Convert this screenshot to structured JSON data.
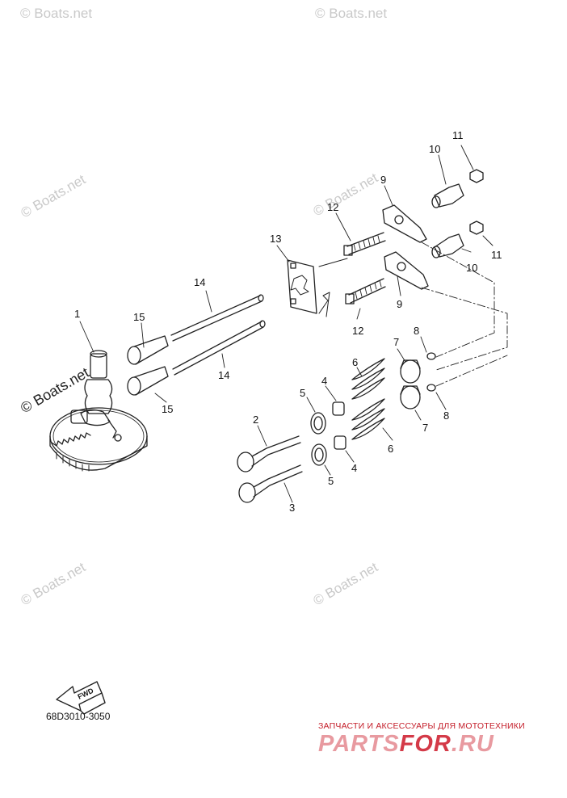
{
  "watermark_text": "© Boats.net",
  "fwd_label": "FWD",
  "diagram_code": "68D3010-3050",
  "brand": {
    "tagline": "ЗАПЧАСТИ И АКСЕССУАРЫ ДЛЯ МОТОТЕХНИКИ",
    "logo_main": "PARTS",
    "logo_accent": "FOR",
    "logo_tail": ".RU"
  },
  "callouts": {
    "c1": "1",
    "c2": "2",
    "c3": "3",
    "c4a": "4",
    "c4b": "4",
    "c5a": "5",
    "c5b": "5",
    "c6a": "6",
    "c6b": "6",
    "c7a": "7",
    "c7b": "7",
    "c8a": "8",
    "c8b": "8",
    "c9a": "9",
    "c9b": "9",
    "c10a": "10",
    "c10b": "10",
    "c11a": "11",
    "c11b": "11",
    "c12a": "12",
    "c12b": "12",
    "c13": "13",
    "c14a": "14",
    "c14b": "14",
    "c15a": "15",
    "c15b": "15"
  },
  "colors": {
    "line": "#222222",
    "watermark": "#c9c9c9",
    "brand_red": "#c41e2a"
  }
}
